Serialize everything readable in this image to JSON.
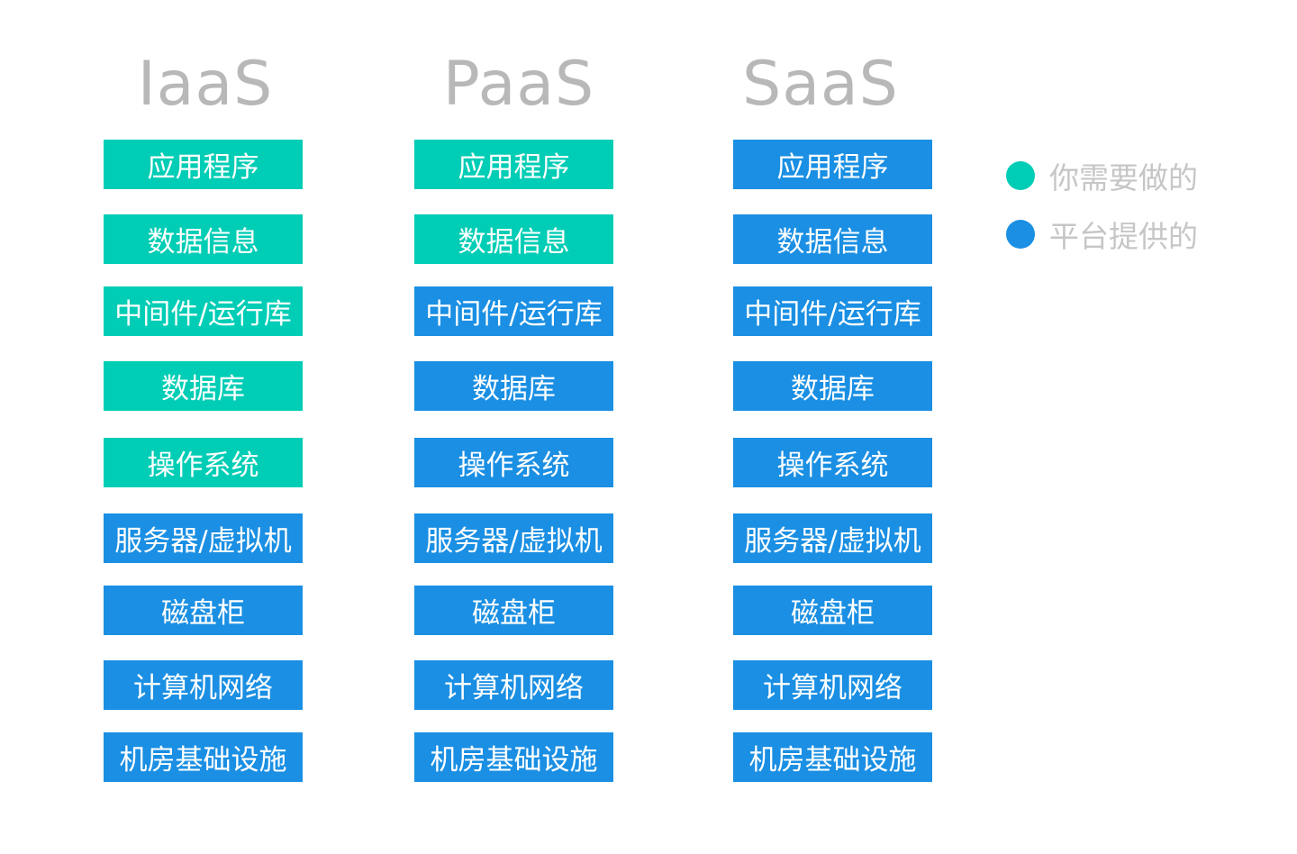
{
  "colors": {
    "you_manage": "#00cdb5",
    "provider_managed": "#1a8fe3"
  },
  "layers": [
    "应用程序",
    "数据信息",
    "中间件/运行库",
    "数据库",
    "操作系统",
    "服务器/虚拟机",
    "磁盘柜",
    "计算机网络",
    "机房基础设施"
  ],
  "columns": [
    {
      "title": "IaaS",
      "you_manage_count": 5
    },
    {
      "title": "PaaS",
      "you_manage_count": 2
    },
    {
      "title": "SaaS",
      "you_manage_count": 0
    }
  ],
  "legend": [
    {
      "label": "你需要做的",
      "color_key": "you_manage"
    },
    {
      "label": "平台提供的",
      "color_key": "provider_managed"
    }
  ]
}
